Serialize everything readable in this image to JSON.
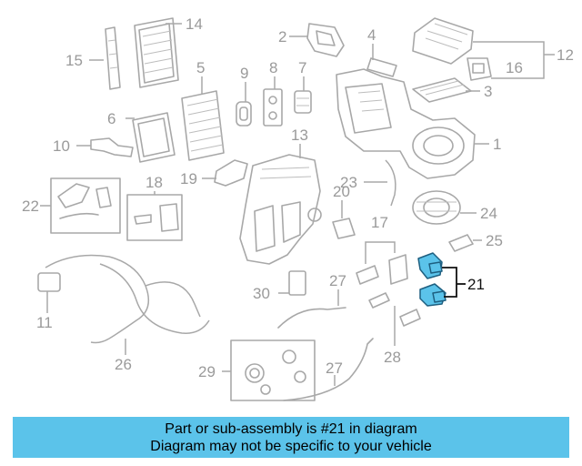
{
  "diagram": {
    "callouts": [
      "1",
      "2",
      "3",
      "4",
      "5",
      "6",
      "7",
      "8",
      "9",
      "10",
      "11",
      "12",
      "13",
      "14",
      "15",
      "16",
      "17",
      "18",
      "19",
      "20",
      "21",
      "22",
      "23",
      "24",
      "25",
      "26",
      "27",
      "27",
      "28",
      "29",
      "30"
    ],
    "highlighted_part": "21",
    "highlight_color": "#5bc3ea",
    "line_color": "#a8a8a8"
  },
  "banner": {
    "line1": "Part or sub-assembly is #21 in diagram",
    "line2": "Diagram may not be specific to your vehicle",
    "background": "#5bc3ea"
  }
}
